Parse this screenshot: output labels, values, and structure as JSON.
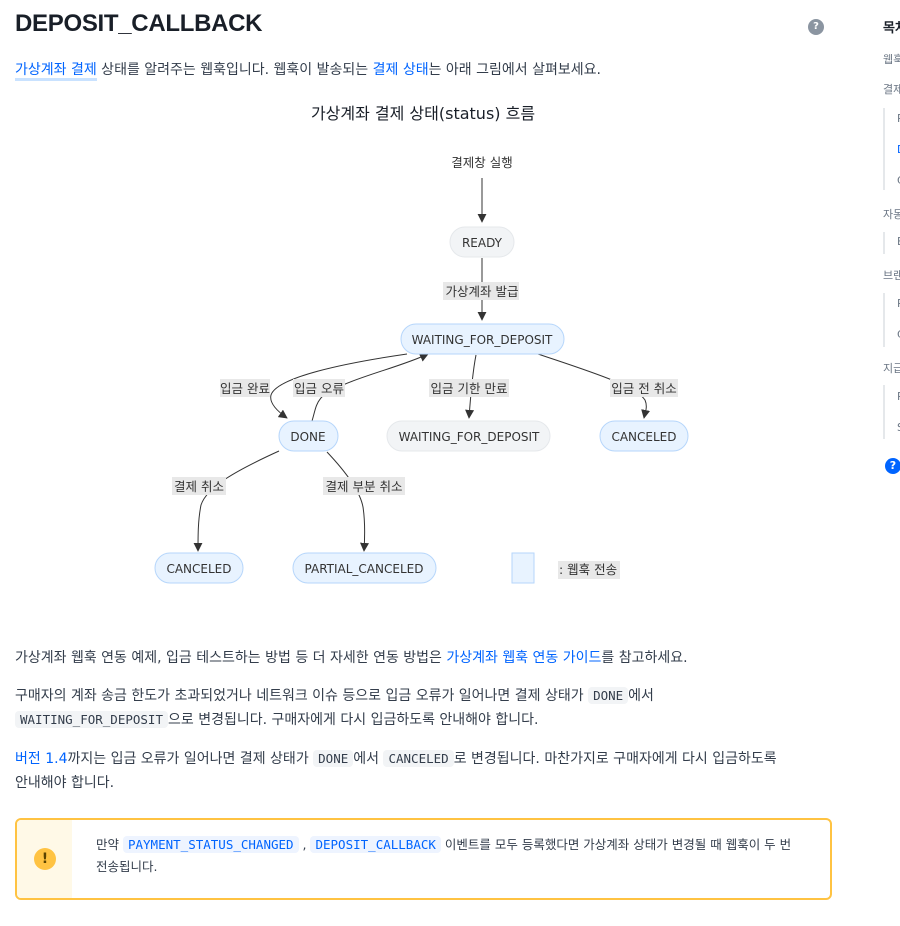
{
  "title": "DEPOSIT_CALLBACK",
  "help_icon": "?",
  "intro": {
    "link1": "가상계좌 결제",
    "text1": " 상태를 알려주는 웹훅입니다. 웹훅이 발송되는 ",
    "link2": "결제 상태",
    "text2": "는 아래 그림에서 살펴보세요."
  },
  "diagram": {
    "title": "가상계좌 결제 상태(status) 흐름",
    "nodes": {
      "start": "결제창 실행",
      "ready": "READY",
      "waiting": "WAITING_FOR_DEPOSIT",
      "done": "DONE",
      "waiting2": "WAITING_FOR_DEPOSIT",
      "canceled_right": "CANCELED",
      "canceled_left": "CANCELED",
      "partial": "PARTIAL_CANCELED"
    },
    "edges": {
      "issue": "가상계좌 발급",
      "deposit_done": "입금 완료",
      "deposit_error": "입금 오류",
      "deposit_expired": "입금 기한 만료",
      "cancel_before": "입금 전 취소",
      "cancel": "결제 취소",
      "partial_cancel": "결제 부분 취소"
    },
    "legend": ": 웹훅 전송",
    "colors": {
      "webhook_fill": "#e8f3ff",
      "webhook_stroke": "#b6d6fb",
      "plain_fill": "#f2f4f6"
    }
  },
  "para1": {
    "text1": "가상계좌 웹훅 연동 예제, 입금 테스트하는 방법 등 더 자세한 연동 방법은 ",
    "link": "가상계좌 웹훅 연동 가이드",
    "text2": "를 참고하세요."
  },
  "para2": {
    "text1": "구매자의 계좌 송금 한도가 초과되었거나 네트워크 이슈 등으로 입금 오류가 일어나면 결제 상태가 ",
    "code1": "DONE",
    "text2": "에서",
    "code2": "WAITING_FOR_DEPOSIT",
    "text3": "으로 변경됩니다. 구매자에게 다시 입금하도록 안내해야 합니다."
  },
  "para3": {
    "link": "버전 1.4",
    "text1": "까지는 입금 오류가 일어나면 결제 상태가 ",
    "code1": "DONE",
    "text2": "에서 ",
    "code2": "CANCELED",
    "text3": "로 변경됩니다. 마찬가지로 구매자에게 다시 입금하도록",
    "text4": "안내해야 합니다."
  },
  "callout": {
    "icon": "!",
    "text1": "만약 ",
    "code1": "PAYMENT_STATUS_CHANGED",
    "sep": " , ",
    "code2": "DEPOSIT_CALLBACK",
    "text2": " 이벤트를 모두 등록했다면 가상계좌 상태가 변경될 때 웹훅이 두 번",
    "text3": "전송됩니다."
  },
  "toc": {
    "title": "목차",
    "items": [
      "웹훅",
      "결제",
      "자동",
      "브랜",
      "지급"
    ],
    "subs": [
      "P",
      "D",
      "C",
      "B",
      "P",
      "C",
      "P",
      "S"
    ],
    "help": "?"
  }
}
